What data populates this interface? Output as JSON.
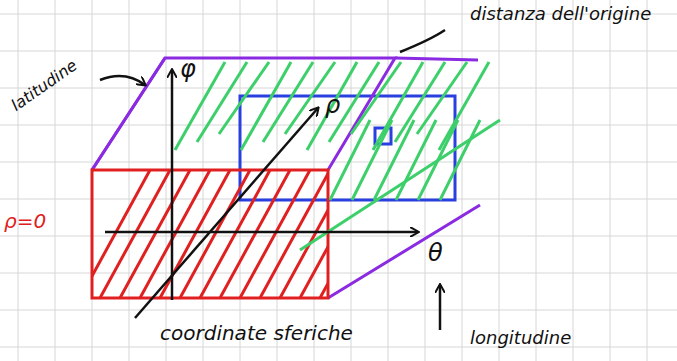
{
  "diagram": {
    "labels": [
      "latitudine",
      "φ",
      "ρ",
      "distanza dell'origine",
      "ρ=0",
      "coordinate sferiche",
      "θ",
      "longitudine"
    ]
  }
}
